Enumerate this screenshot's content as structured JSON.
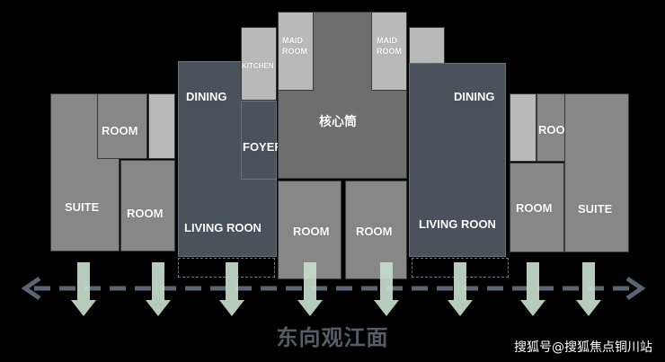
{
  "labels": {
    "suite": "SUITE",
    "room": "ROOM",
    "dining": "DINING",
    "living": "LIVING ROON",
    "foyer": "FOYER",
    "kitchen": "KITCHEN",
    "maid_line1": "MAID",
    "maid_line2": "ROOM",
    "core": "核心筒"
  },
  "title": "东向观江面",
  "watermark": "搜狐号@搜狐焦点铜川站",
  "colors": {
    "background": "#000000",
    "room_gray": "#878787",
    "room_light": "#b9b9b9",
    "living_slate": "#4a525b",
    "arrow_fill": "#c6dccc",
    "dashed_line": "#5c6572",
    "title_color": "#555d68"
  }
}
